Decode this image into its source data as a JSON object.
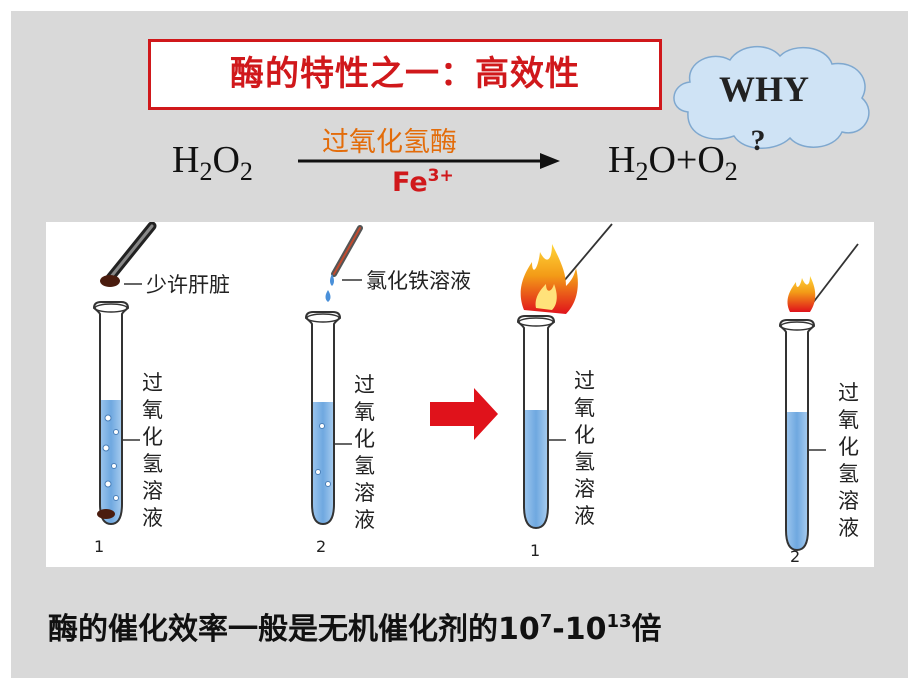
{
  "title": "酶的特性之一：高效性",
  "thought_bubble": {
    "line1": "WHY",
    "line2": "?"
  },
  "equation": {
    "reactant": "H",
    "reactant_sub1": "2",
    "reactant_o": "O",
    "reactant_sub2": "2",
    "catalyst_enzyme": "过氧化氢酶",
    "catalyst_inorganic": "Fe",
    "catalyst_inorganic_charge": "3+",
    "product_h": "H",
    "product_sub1": "2",
    "product_rest": "O+O",
    "product_sub2": "2"
  },
  "illustration": {
    "liver_label": "少许肝脏",
    "fecl3_label": "氯化铁溶液",
    "solution_label": [
      "过",
      "氧",
      "化",
      "氢",
      "溶",
      "液"
    ],
    "tube_numbers": [
      "1",
      "2",
      "1",
      "2"
    ]
  },
  "conclusion": {
    "text": "酶的催化效率一般是无机催化剂的10",
    "exp1": "7",
    "dash": "-10",
    "exp2": "13",
    "suffix": "倍"
  },
  "colors": {
    "title_red": "#d0181b",
    "enzyme_orange": "#e36c0a",
    "liquid_blue": "#7fb2e6",
    "cloud_fill": "#cfe3f5",
    "arrow_red": "#e0121b"
  }
}
